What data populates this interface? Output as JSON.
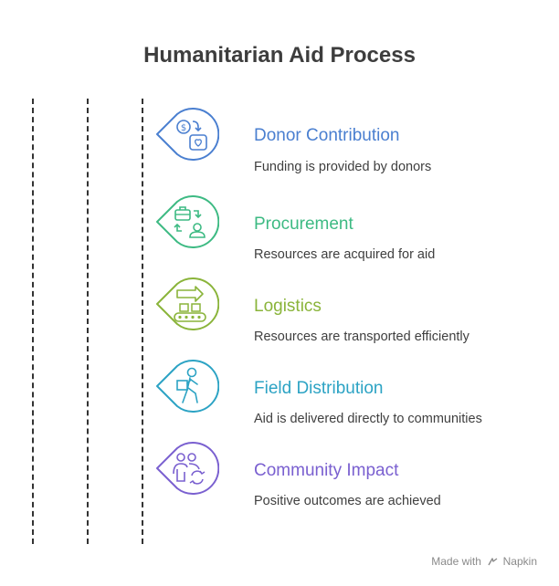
{
  "title": "Humanitarian Aid Process",
  "steps": [
    {
      "title": "Donor Contribution",
      "description": "Funding is provided by donors",
      "color": "#4a7fd0",
      "icon": "money-donation-icon"
    },
    {
      "title": "Procurement",
      "description": "Resources are acquired for aid",
      "color": "#3dba83",
      "icon": "procurement-exchange-icon"
    },
    {
      "title": "Logistics",
      "description": "Resources are transported efficiently",
      "color": "#8ab43a",
      "icon": "conveyor-transport-icon"
    },
    {
      "title": "Field Distribution",
      "description": "Aid is delivered directly to communities",
      "color": "#2ca3c4",
      "icon": "delivery-person-icon"
    },
    {
      "title": "Community Impact",
      "description": "Positive outcomes are achieved",
      "color": "#7a60d0",
      "icon": "community-people-icon"
    }
  ],
  "footer": {
    "made_with": "Made with",
    "brand": "Napkin"
  }
}
